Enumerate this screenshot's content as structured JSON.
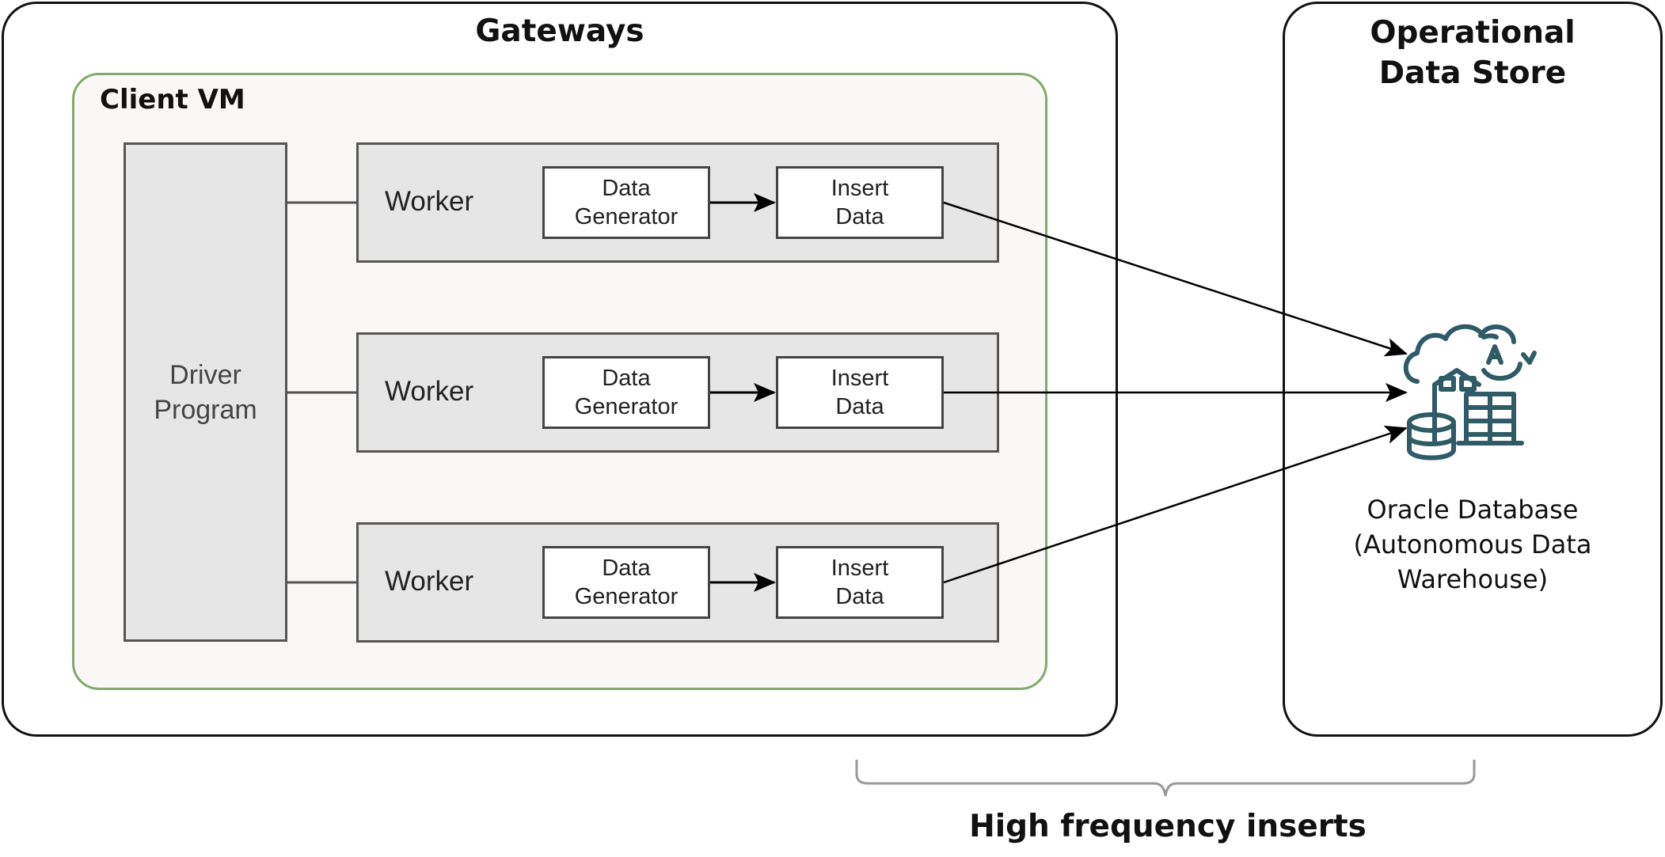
{
  "gateways": {
    "title": "Gateways",
    "client_vm": {
      "title": "Client VM",
      "driver_label": "Driver\nProgram",
      "workers": [
        {
          "label": "Worker",
          "generator_label": "Data\nGenerator",
          "insert_label": "Insert\nData"
        },
        {
          "label": "Worker",
          "generator_label": "Data\nGenerator",
          "insert_label": "Insert\nData"
        },
        {
          "label": "Worker",
          "generator_label": "Data\nGenerator",
          "insert_label": "Insert\nData"
        }
      ]
    }
  },
  "ods": {
    "title": "Operational\nData Store",
    "database_label": "Oracle Database\n(Autonomous Data\nWarehouse)",
    "database_icon": "autonomous-database-icon"
  },
  "brace_label": "High frequency inserts",
  "colors": {
    "border": "#111111",
    "client_vm_border": "#82a96f",
    "client_vm_fill": "#f9f8f6",
    "box_fill": "#e6e6e6",
    "box_border": "#555555",
    "icon": "#2f5b66",
    "brace": "#9a9a9a"
  }
}
